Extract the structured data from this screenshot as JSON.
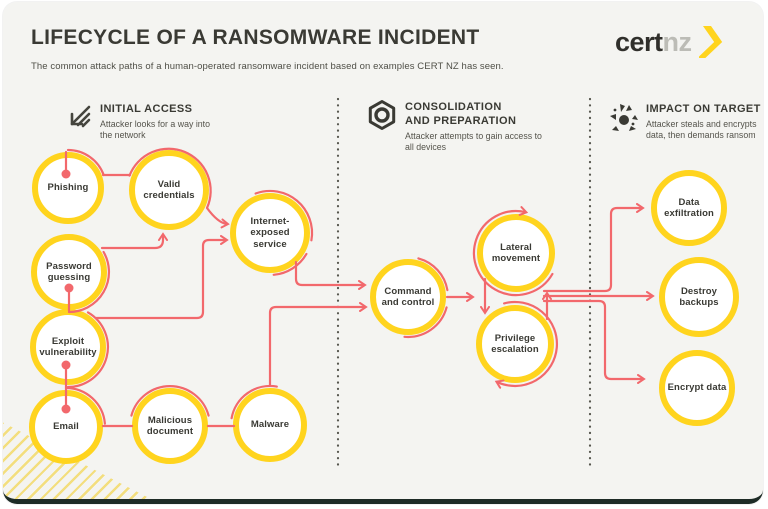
{
  "header": {
    "title": "LIFECYCLE OF A RANSOMWARE INCIDENT",
    "subtitle": "The common attack paths of a human-operated ransomware incident based on examples CERT NZ has seen.",
    "logo_cert": "cert",
    "logo_nz": "nz"
  },
  "sections": [
    {
      "title": "INITIAL ACCESS",
      "description": "Attacker looks for a way into\nthe network",
      "icon": "dart-icon"
    },
    {
      "title": "CONSOLIDATION\nAND PREPARATION",
      "description": "Attacker attempts to gain access to\nall devices",
      "icon": "hex-nut-icon"
    },
    {
      "title": "IMPACT ON TARGET",
      "description": "Attacker steals and encrypts\ndata, then demands ransom",
      "icon": "impact-icon"
    }
  ],
  "nodes": [
    {
      "id": "phishing",
      "label": "Phishing",
      "phase": "initial-access"
    },
    {
      "id": "valid-credentials",
      "label": "Valid credentials",
      "phase": "initial-access"
    },
    {
      "id": "password-guessing",
      "label": "Password guessing",
      "phase": "initial-access"
    },
    {
      "id": "internet-exposed-service",
      "label": "Internet-exposed service",
      "phase": "initial-access"
    },
    {
      "id": "exploit-vulnerability",
      "label": "Exploit vulnerability",
      "phase": "initial-access"
    },
    {
      "id": "email",
      "label": "Email",
      "phase": "initial-access"
    },
    {
      "id": "malicious-document",
      "label": "Malicious document",
      "phase": "initial-access"
    },
    {
      "id": "malware",
      "label": "Malware",
      "phase": "initial-access"
    },
    {
      "id": "command-and-control",
      "label": "Command and control",
      "phase": "consolidation-and-preparation"
    },
    {
      "id": "lateral-movement",
      "label": "Lateral movement",
      "phase": "consolidation-and-preparation"
    },
    {
      "id": "privilege-escalation",
      "label": "Privilege escalation",
      "phase": "consolidation-and-preparation"
    },
    {
      "id": "data-exfiltration",
      "label": "Data exfiltration",
      "phase": "impact-on-target"
    },
    {
      "id": "destroy-backups",
      "label": "Destroy backups",
      "phase": "impact-on-target"
    },
    {
      "id": "encrypt-data",
      "label": "Encrypt data",
      "phase": "impact-on-target"
    }
  ],
  "edges": [
    {
      "from": "phishing",
      "to": "valid-credentials",
      "style": "dot-link"
    },
    {
      "from": "password-guessing",
      "to": "valid-credentials",
      "style": "arrow"
    },
    {
      "from": "password-guessing",
      "to": "exploit-vulnerability",
      "style": "dot-link"
    },
    {
      "from": "valid-credentials",
      "to": "internet-exposed-service",
      "style": "arrow"
    },
    {
      "from": "exploit-vulnerability",
      "to": "internet-exposed-service",
      "style": "arrow"
    },
    {
      "from": "exploit-vulnerability",
      "to": "email",
      "style": "dot-link"
    },
    {
      "from": "email",
      "to": "malicious-document",
      "style": "link"
    },
    {
      "from": "malicious-document",
      "to": "malware",
      "style": "link"
    },
    {
      "from": "internet-exposed-service",
      "to": "command-and-control",
      "style": "arrow"
    },
    {
      "from": "malware",
      "to": "command-and-control",
      "style": "arrow"
    },
    {
      "from": "command-and-control",
      "to": "lateral-movement",
      "style": "arrow"
    },
    {
      "from": "lateral-movement",
      "to": "privilege-escalation",
      "style": "arrow-cycle"
    },
    {
      "from": "privilege-escalation",
      "to": "lateral-movement",
      "style": "arrow-cycle"
    },
    {
      "from": "lateral-movement",
      "to": "data-exfiltration",
      "style": "arrow"
    },
    {
      "from": "lateral-movement",
      "to": "destroy-backups",
      "style": "arrow"
    },
    {
      "from": "lateral-movement",
      "to": "encrypt-data",
      "style": "arrow"
    }
  ],
  "colors": {
    "node_ring": "#FFD41E",
    "edge_pink": "#F2686C",
    "card_background": "#F4F4F1",
    "ink": "#3A3A34",
    "muted": "#55544C",
    "bottom_border": "#1D2B26",
    "logo_gray": "#BCBCB6"
  }
}
